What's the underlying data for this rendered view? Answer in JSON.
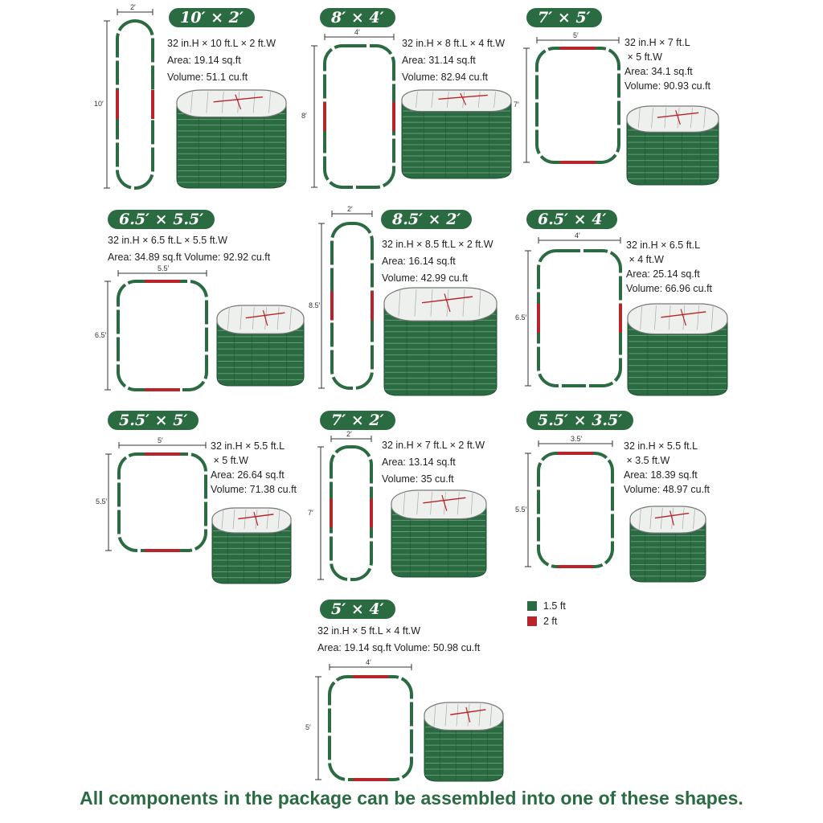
{
  "colors": {
    "green": "#2a6b41",
    "red": "#b8242a",
    "badge_text": "#ffffff"
  },
  "shapes": [
    {
      "title": "10′ × 2′",
      "specs": [
        "32 in.H × 10 ft.L × 2 ft.W",
        "Area: 19.14 sq.ft",
        "Volume: 51.1 cu.ft"
      ],
      "width_label": "2′",
      "length_label": "10′"
    },
    {
      "title": "8′ × 4′",
      "specs": [
        "32 in.H × 8 ft.L × 4 ft.W",
        "Area: 31.14 sq.ft",
        "Volume: 82.94 cu.ft"
      ],
      "width_label": "4′",
      "length_label": "8′"
    },
    {
      "title": "7′ × 5′",
      "specs": [
        "32 in.H × 7 ft.L",
        " × 5 ft.W",
        "Area: 34.1 sq.ft",
        "Volume: 90.93 cu.ft"
      ],
      "width_label": "5′",
      "length_label": "7′"
    },
    {
      "title": "6.5′ × 5.5′",
      "specs": [
        "32 in.H × 6.5 ft.L × 5.5 ft.W",
        "Area: 34.89 sq.ft Volume: 92.92 cu.ft"
      ],
      "width_label": "5.5′",
      "length_label": "6.5′"
    },
    {
      "title": "8.5′ × 2′",
      "specs": [
        "32 in.H × 8.5 ft.L × 2 ft.W",
        "Area: 16.14 sq.ft",
        "Volume: 42.99 cu.ft"
      ],
      "width_label": "2′",
      "length_label": "8.5′"
    },
    {
      "title": "6.5′ × 4′",
      "specs": [
        "32 in.H × 6.5 ft.L",
        " × 4 ft.W",
        "Area: 25.14 sq.ft",
        "Volume: 66.96 cu.ft"
      ],
      "width_label": "4′",
      "length_label": "6.5′"
    },
    {
      "title": "5.5′ × 5′",
      "specs": [
        "32 in.H × 5.5 ft.L",
        " × 5 ft.W",
        "Area: 26.64 sq.ft",
        "Volume: 71.38 cu.ft"
      ],
      "width_label": "5′",
      "length_label": "5.5′"
    },
    {
      "title": "7′ × 2′",
      "specs": [
        "32 in.H × 7 ft.L × 2 ft.W",
        "Area: 13.14 sq.ft",
        "Volume: 35 cu.ft"
      ],
      "width_label": "2′",
      "length_label": "7′"
    },
    {
      "title": "5.5′ × 3.5′",
      "specs": [
        "32 in.H × 5.5 ft.L",
        " × 3.5 ft.W",
        "Area: 18.39 sq.ft",
        "Volume: 48.97 cu.ft"
      ],
      "width_label": "3.5′",
      "length_label": "5.5′"
    },
    {
      "title": "5′ × 4′",
      "specs": [
        "32 in.H × 5 ft.L × 4 ft.W",
        "Area: 19.14 sq.ft Volume: 50.98 cu.ft"
      ],
      "width_label": "4′",
      "length_label": "5′"
    }
  ],
  "legend": [
    {
      "label": "1.5 ft",
      "color": "#2a6b41"
    },
    {
      "label": "2 ft",
      "color": "#b8242a"
    }
  ],
  "footer": "All components in the package can be assembled into one of these shapes."
}
